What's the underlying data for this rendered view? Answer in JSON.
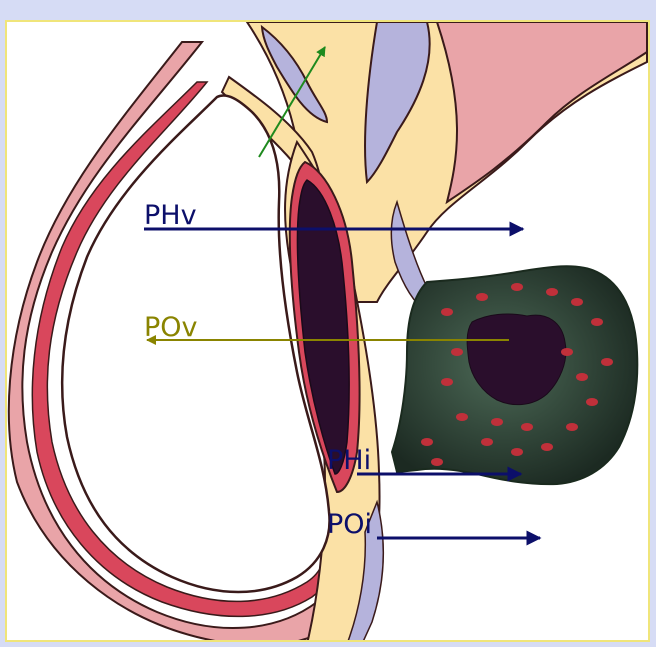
{
  "labels": {
    "phv": "PHv",
    "pov": "POv",
    "phi": "PHi",
    "poi": "POi"
  },
  "colors": {
    "background": "#d6dcf5",
    "frame_border": "#f0e57a",
    "yellow_tissue": "#fbe1a6",
    "pink_tissue": "#e9a4a8",
    "red_layer": "#d9475c",
    "lavender": "#b5b3dc",
    "dark_cavity": "#2a0e2c",
    "tumor_green": "#2f4436",
    "arrow_navy": "#0c0f6a",
    "arrow_olive": "#8a8400",
    "arrow_green": "#1e8a1e"
  }
}
